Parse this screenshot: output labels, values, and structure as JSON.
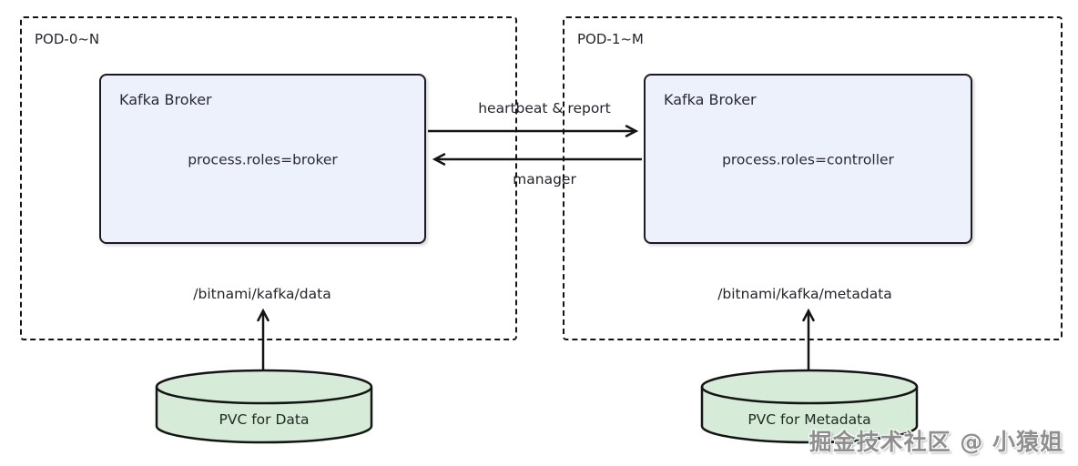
{
  "pods": [
    {
      "label": "POD-0~N",
      "broker": {
        "title": "Kafka Broker",
        "config": "process.roles=broker"
      },
      "mount_path": "/bitnami/kafka/data",
      "pvc_label": "PVC for Data"
    },
    {
      "label": "POD-1~M",
      "broker": {
        "title": "Kafka Broker",
        "config": "process.roles=controller"
      },
      "mount_path": "/bitnami/kafka/metadata",
      "pvc_label": "PVC for Metadata"
    }
  ],
  "links": {
    "forward_label": "heartbeat & report",
    "backward_label": "manager"
  },
  "watermark": "掘金技术社区 @ 小猿姐",
  "colors": {
    "broker_fill": "#edf1fb",
    "pvc_fill": "#d7ebd9",
    "line": "#141414",
    "text": "#24242e",
    "watermark": "#8f8f8f"
  }
}
